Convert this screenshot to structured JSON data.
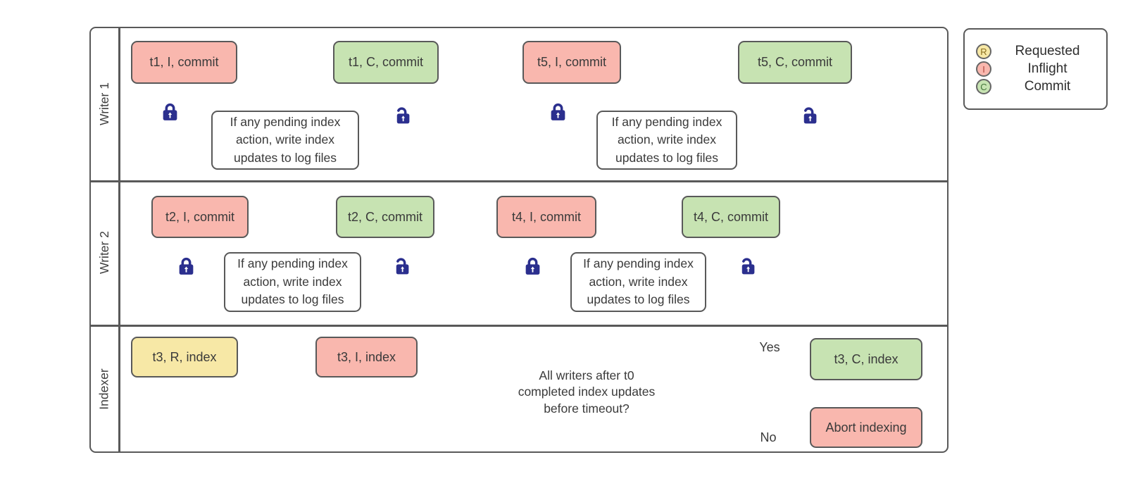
{
  "lanes": [
    {
      "label": "Writer 1"
    },
    {
      "label": "Writer 2"
    },
    {
      "label": "Indexer"
    }
  ],
  "nodes": {
    "t1_inflight": "t1, I, commit",
    "t1_commit": "t1, C, commit",
    "t5_inflight": "t5, I, commit",
    "t5_commit": "t5, C, commit",
    "t2_inflight": "t2, I, commit",
    "t2_commit": "t2, C, commit",
    "t4_inflight": "t4, I, commit",
    "t4_commit": "t4, C, commit",
    "t3_requested": "t3, R, index",
    "t3_inflight": "t3, I, index",
    "t3_commit": "t3, C, index",
    "abort": "Abort indexing",
    "process": "If any pending index action, write index updates to log files",
    "decision": "All writers after t0 completed index updates before timeout?"
  },
  "edge_labels": {
    "yes": "Yes",
    "no": "No"
  },
  "legend": {
    "items": [
      {
        "letter": "R",
        "label": "Requested",
        "color": "#f7e8a6"
      },
      {
        "letter": "I",
        "label": "Inflight",
        "color": "#f9b7ae"
      },
      {
        "letter": "C",
        "label": "Commit",
        "color": "#c7e3b2"
      }
    ]
  },
  "colors": {
    "requested_fill": "#f7e8a6",
    "inflight_fill": "#f9b7ae",
    "commit_fill": "#c7e3b2",
    "shape_border": "#595959",
    "connector": "#666666",
    "lock_blue": "#2b2f8e"
  }
}
